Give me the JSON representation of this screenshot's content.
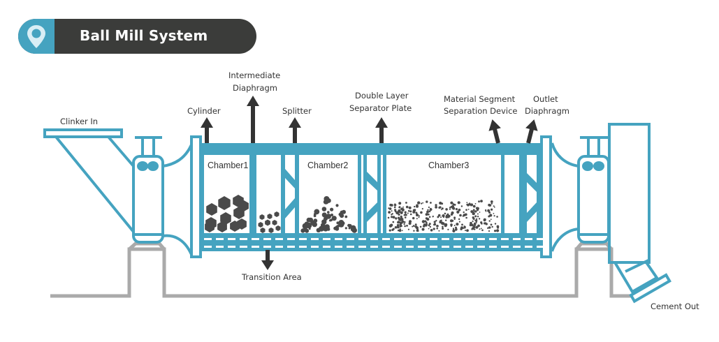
{
  "header": {
    "title": "Ball Mill System",
    "icon": "map-pin-icon"
  },
  "colors": {
    "steel_blue": "#45a3c0",
    "header_dark": "#3b3c3a",
    "media_dark": "#4a4a4a",
    "foundation_gray": "#aaaaaa",
    "arrow_dark": "#333333"
  },
  "labels": {
    "clinker_in": "Clinker In",
    "cylinder": "Cylinder",
    "intermediate_diaphragm": [
      "Intermediate",
      "Diaphragm"
    ],
    "splitter": "Splitter",
    "double_layer_separator_plate": [
      "Double Layer",
      "Separator Plate"
    ],
    "material_segment_separation_device": [
      "Material Segment",
      "Separation Device"
    ],
    "outlet_diaphragm": [
      "Outlet",
      "Diaphragm"
    ],
    "transition_area": "Transition Area",
    "cement_out": "Cement Out"
  },
  "chambers": [
    {
      "name": "Chamber1",
      "media": "large-balls"
    },
    {
      "name": "",
      "media": "medium-balls"
    },
    {
      "name": "Chamber2",
      "media": "small-balls"
    },
    {
      "name": "Chamber3",
      "media": "fine-grinding-media"
    }
  ]
}
